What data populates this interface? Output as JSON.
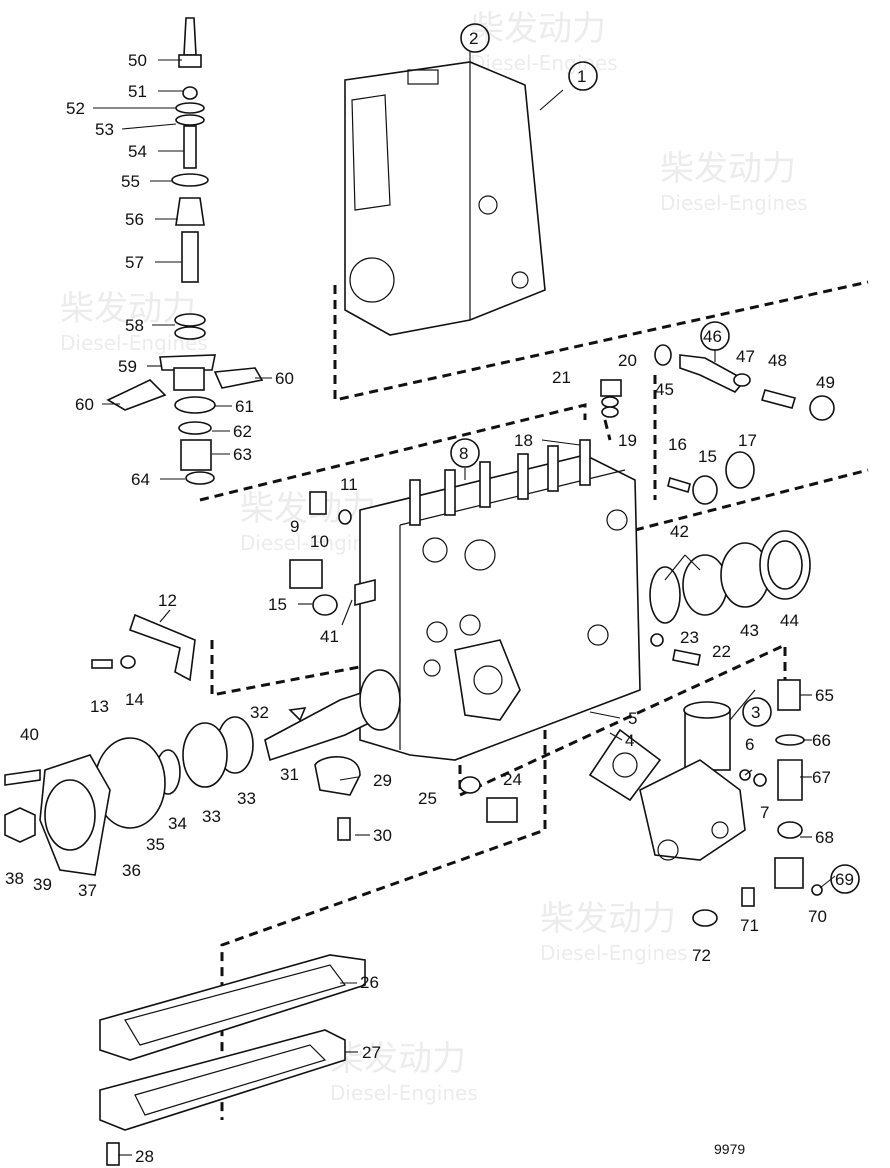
{
  "diagram_id": "9979",
  "watermark": [
    "柴发动力",
    "Diesel-Engines"
  ],
  "parts": [
    {
      "label": "1",
      "circled": true
    },
    {
      "label": "2",
      "circled": true
    },
    {
      "label": "3",
      "circled": true
    },
    {
      "label": "4"
    },
    {
      "label": "5"
    },
    {
      "label": "6"
    },
    {
      "label": "7"
    },
    {
      "label": "8",
      "circled": true
    },
    {
      "label": "9"
    },
    {
      "label": "10"
    },
    {
      "label": "11"
    },
    {
      "label": "12"
    },
    {
      "label": "13"
    },
    {
      "label": "14"
    },
    {
      "label": "15"
    },
    {
      "label": "15"
    },
    {
      "label": "16"
    },
    {
      "label": "17"
    },
    {
      "label": "18"
    },
    {
      "label": "19"
    },
    {
      "label": "20"
    },
    {
      "label": "21"
    },
    {
      "label": "22"
    },
    {
      "label": "23"
    },
    {
      "label": "24"
    },
    {
      "label": "25"
    },
    {
      "label": "26"
    },
    {
      "label": "27"
    },
    {
      "label": "28"
    },
    {
      "label": "29"
    },
    {
      "label": "30"
    },
    {
      "label": "31"
    },
    {
      "label": "32"
    },
    {
      "label": "33"
    },
    {
      "label": "33"
    },
    {
      "label": "34"
    },
    {
      "label": "35"
    },
    {
      "label": "36"
    },
    {
      "label": "37"
    },
    {
      "label": "38"
    },
    {
      "label": "39"
    },
    {
      "label": "40"
    },
    {
      "label": "41"
    },
    {
      "label": "42"
    },
    {
      "label": "43"
    },
    {
      "label": "44"
    },
    {
      "label": "45"
    },
    {
      "label": "46",
      "circled": true
    },
    {
      "label": "47"
    },
    {
      "label": "48"
    },
    {
      "label": "49"
    },
    {
      "label": "50"
    },
    {
      "label": "51"
    },
    {
      "label": "52"
    },
    {
      "label": "53"
    },
    {
      "label": "54"
    },
    {
      "label": "55"
    },
    {
      "label": "56"
    },
    {
      "label": "57"
    },
    {
      "label": "58"
    },
    {
      "label": "59"
    },
    {
      "label": "60"
    },
    {
      "label": "60"
    },
    {
      "label": "61"
    },
    {
      "label": "62"
    },
    {
      "label": "63"
    },
    {
      "label": "64"
    },
    {
      "label": "65"
    },
    {
      "label": "66"
    },
    {
      "label": "67"
    },
    {
      "label": "68"
    },
    {
      "label": "69",
      "circled": true
    },
    {
      "label": "70"
    },
    {
      "label": "71"
    },
    {
      "label": "72"
    }
  ]
}
